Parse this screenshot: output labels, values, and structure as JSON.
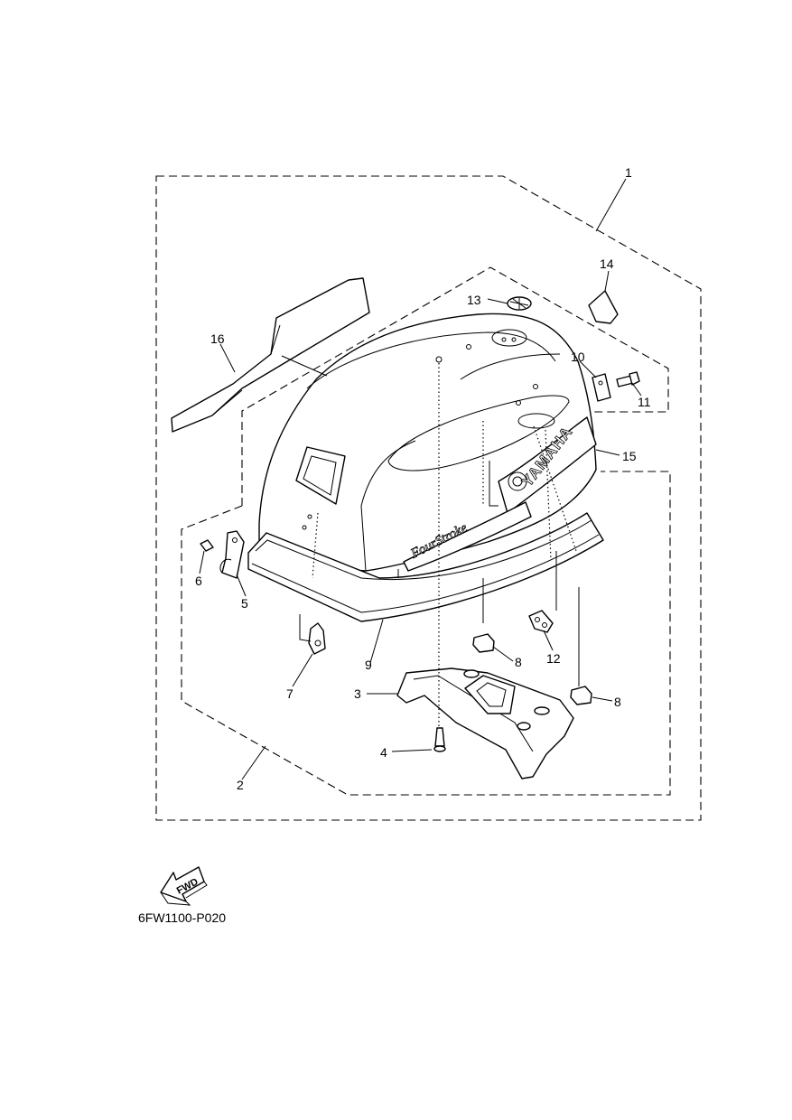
{
  "callouts": {
    "c1": "1",
    "c2": "2",
    "c3": "3",
    "c4": "4",
    "c5": "5",
    "c6": "6",
    "c7": "7",
    "c8a": "8",
    "c8b": "8",
    "c9": "9",
    "c10": "10",
    "c11": "11",
    "c12": "12",
    "c13": "13",
    "c14": "14",
    "c15": "15",
    "c16": "16"
  },
  "cowling_decals": {
    "brand": "YAMAHA",
    "script": "FourStroke"
  },
  "fwd_label": "FWD",
  "diagram_code": "6FW1100-P020",
  "icons": [
    "fwd-arrow-icon",
    "yamaha-emblem-icon"
  ]
}
